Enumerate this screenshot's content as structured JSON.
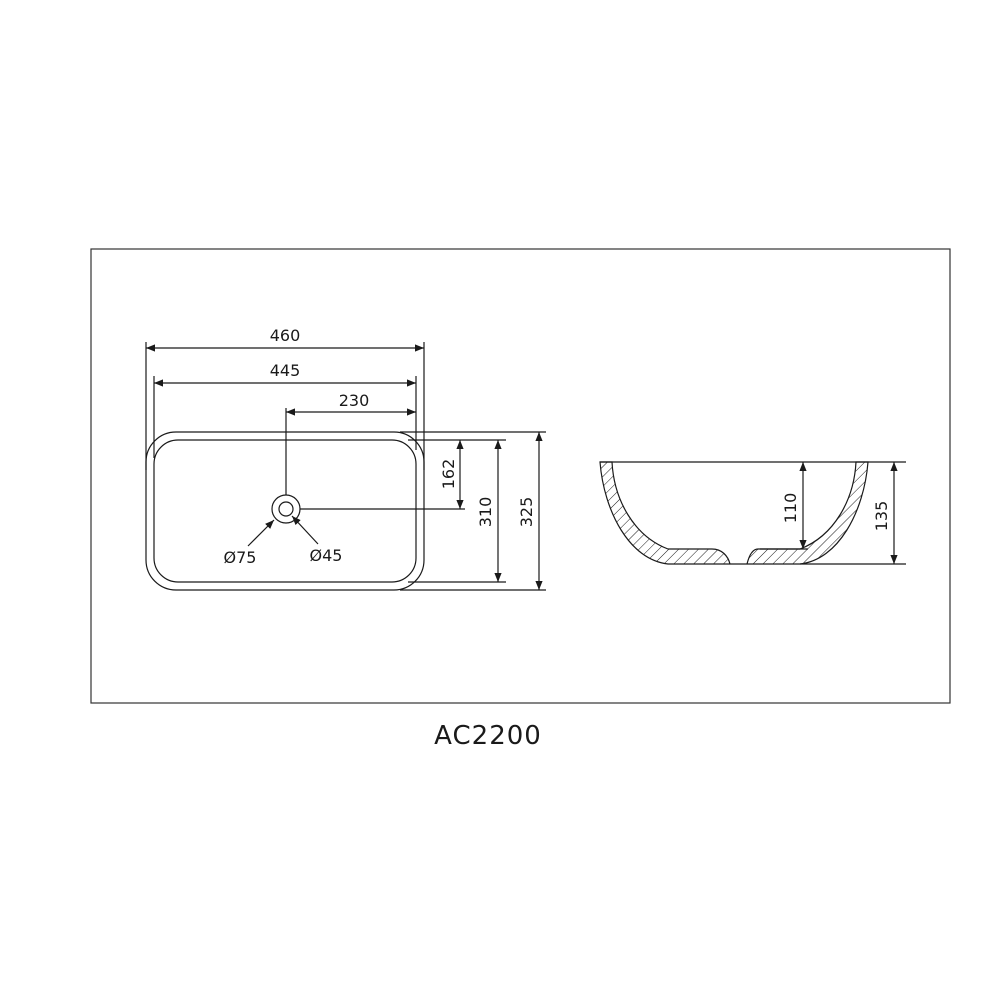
{
  "model": "AC2200",
  "top_view": {
    "dimensions": {
      "outer_width": "460",
      "inner_width": "445",
      "drain_offset_x": "230",
      "drain_offset_y": "162",
      "inner_depth": "310",
      "outer_depth": "325"
    },
    "drain": {
      "outer_diameter": "75",
      "inner_diameter": "45",
      "diameter_symbol": "Ø"
    }
  },
  "side_view": {
    "dimensions": {
      "inner_height": "110",
      "outer_height": "135"
    }
  },
  "colors": {
    "line": "#1a1a1a",
    "background": "#ffffff"
  }
}
